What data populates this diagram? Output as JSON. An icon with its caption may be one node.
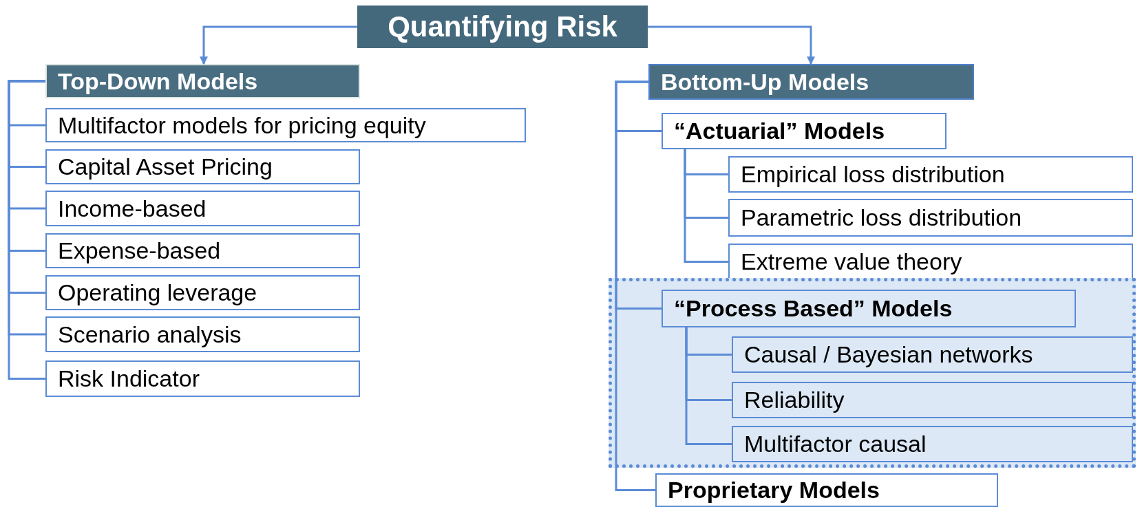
{
  "diagram": {
    "nodes": [
      {
        "text": [
          "Quantifying Risk"
        ]
      },
      {
        "text": [
          "Top-Down Models"
        ]
      },
      {
        "text": [
          "Multifactor models for pricing equity"
        ]
      },
      {
        "text": [
          "Capital Asset Pricing"
        ]
      },
      {
        "text": [
          "Income-based"
        ]
      },
      {
        "text": [
          "Expense-based"
        ]
      },
      {
        "text": [
          "Operating leverage"
        ]
      },
      {
        "text": [
          "Scenario analysis"
        ]
      },
      {
        "text": [
          "Risk Indicator"
        ]
      },
      {
        "text": [
          "Bottom-Up Models"
        ]
      },
      {
        "text": [
          "“Actuarial” Models"
        ]
      },
      {
        "text": [
          "Empirical loss distribution"
        ]
      },
      {
        "text": [
          "Parametric loss distribution"
        ]
      },
      {
        "text": [
          "Extreme value theory"
        ]
      },
      {
        "text": [],
        "shape": "box"
      },
      {
        "text": [
          "“Process Based” Models"
        ],
        "in": 14
      },
      {
        "text": [
          "Causal / Bayesian networks"
        ],
        "in": 14
      },
      {
        "text": [
          "Reliability"
        ],
        "in": 14
      },
      {
        "text": [
          "Multifactor causal"
        ],
        "in": 14
      },
      {
        "text": [
          "Proprietary Models"
        ]
      }
    ],
    "edges": [
      {
        "from": 0,
        "to": 1,
        "arrow": "to"
      },
      {
        "from": 0,
        "to": 9,
        "arrow": "to"
      },
      {
        "from": 1,
        "to": 2,
        "arrow": "none"
      },
      {
        "from": 1,
        "to": 3,
        "arrow": "none"
      },
      {
        "from": 1,
        "to": 4,
        "arrow": "none"
      },
      {
        "from": 1,
        "to": 5,
        "arrow": "none"
      },
      {
        "from": 1,
        "to": 6,
        "arrow": "none"
      },
      {
        "from": 1,
        "to": 7,
        "arrow": "none"
      },
      {
        "from": 1,
        "to": 8,
        "arrow": "none"
      },
      {
        "from": 9,
        "to": 10,
        "arrow": "none"
      },
      {
        "from": 9,
        "to": 15,
        "arrow": "none"
      },
      {
        "from": 9,
        "to": 19,
        "arrow": "none"
      },
      {
        "from": 10,
        "to": 11,
        "arrow": "none"
      },
      {
        "from": 10,
        "to": 12,
        "arrow": "none"
      },
      {
        "from": 10,
        "to": 13,
        "arrow": "none"
      },
      {
        "from": 15,
        "to": 16,
        "arrow": "none"
      },
      {
        "from": 15,
        "to": 17,
        "arrow": "none"
      },
      {
        "from": 15,
        "to": 18,
        "arrow": "none"
      }
    ]
  }
}
